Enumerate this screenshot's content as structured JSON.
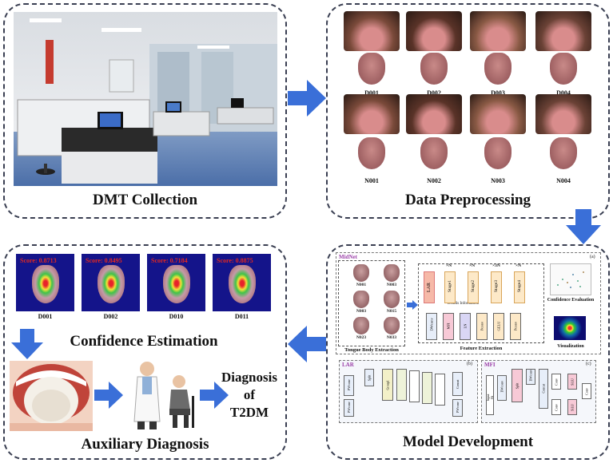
{
  "panels": {
    "collection": {
      "title": "DMT Collection"
    },
    "preprocessing": {
      "title": "Data Preprocessing",
      "labels": [
        "D001",
        "D002",
        "D003",
        "D004",
        "N001",
        "N002",
        "N003",
        "N004"
      ]
    },
    "model": {
      "title": "Model Development",
      "midnet_label": "MidNet",
      "body_extraction": "Tongue Body Extraction",
      "body_ids": [
        "N001",
        "N003",
        "N003",
        "N015",
        "N023",
        "N033"
      ],
      "feature_extraction": "Feature Extraction",
      "details_information": "Details Information",
      "stages": [
        "Stage1",
        "Stage2",
        "Stage3",
        "Stage4"
      ],
      "stage_mult": [
        "×N",
        "×N",
        "×3N",
        "×N"
      ],
      "lar": "LAR",
      "fe_blocks": [
        "DWconv",
        "MFI",
        "LN",
        "Pconv",
        "GELU",
        "Pconv"
      ],
      "confidence_eval": "Confidence Evaluation",
      "visualization": "Visualization",
      "tag_a": "(a)",
      "tag_b": "(b)",
      "tag_c": "(c)",
      "lar_title": "LAR",
      "mfi_title": "MFI",
      "lar_blocks": [
        "PWconv",
        "Split",
        "PWconv",
        "Group1",
        "Concat",
        "PWconv"
      ],
      "mfi_blocks": [
        "Input Hi",
        "DWconv",
        "Split",
        "DWconv",
        "Concat",
        "Conv",
        "SiLU",
        "Conv",
        "SiLU",
        "Conv"
      ]
    },
    "confidence": {
      "title": "Confidence Estimation",
      "scores": [
        "Score: 0.8713",
        "Score: 0.8495",
        "Score: 0.7184",
        "Score: 0.8875"
      ],
      "labels": [
        "D001",
        "D002",
        "D010",
        "D011"
      ]
    },
    "diagnosis": {
      "title": "Auxiliary Diagnosis",
      "result_lines": [
        "Diagnosis",
        "of",
        "T2DM"
      ]
    }
  },
  "colors": {
    "arrow_blue": "#3a6fd8",
    "border": "#3a3f52",
    "score_red": "#e3291f"
  }
}
